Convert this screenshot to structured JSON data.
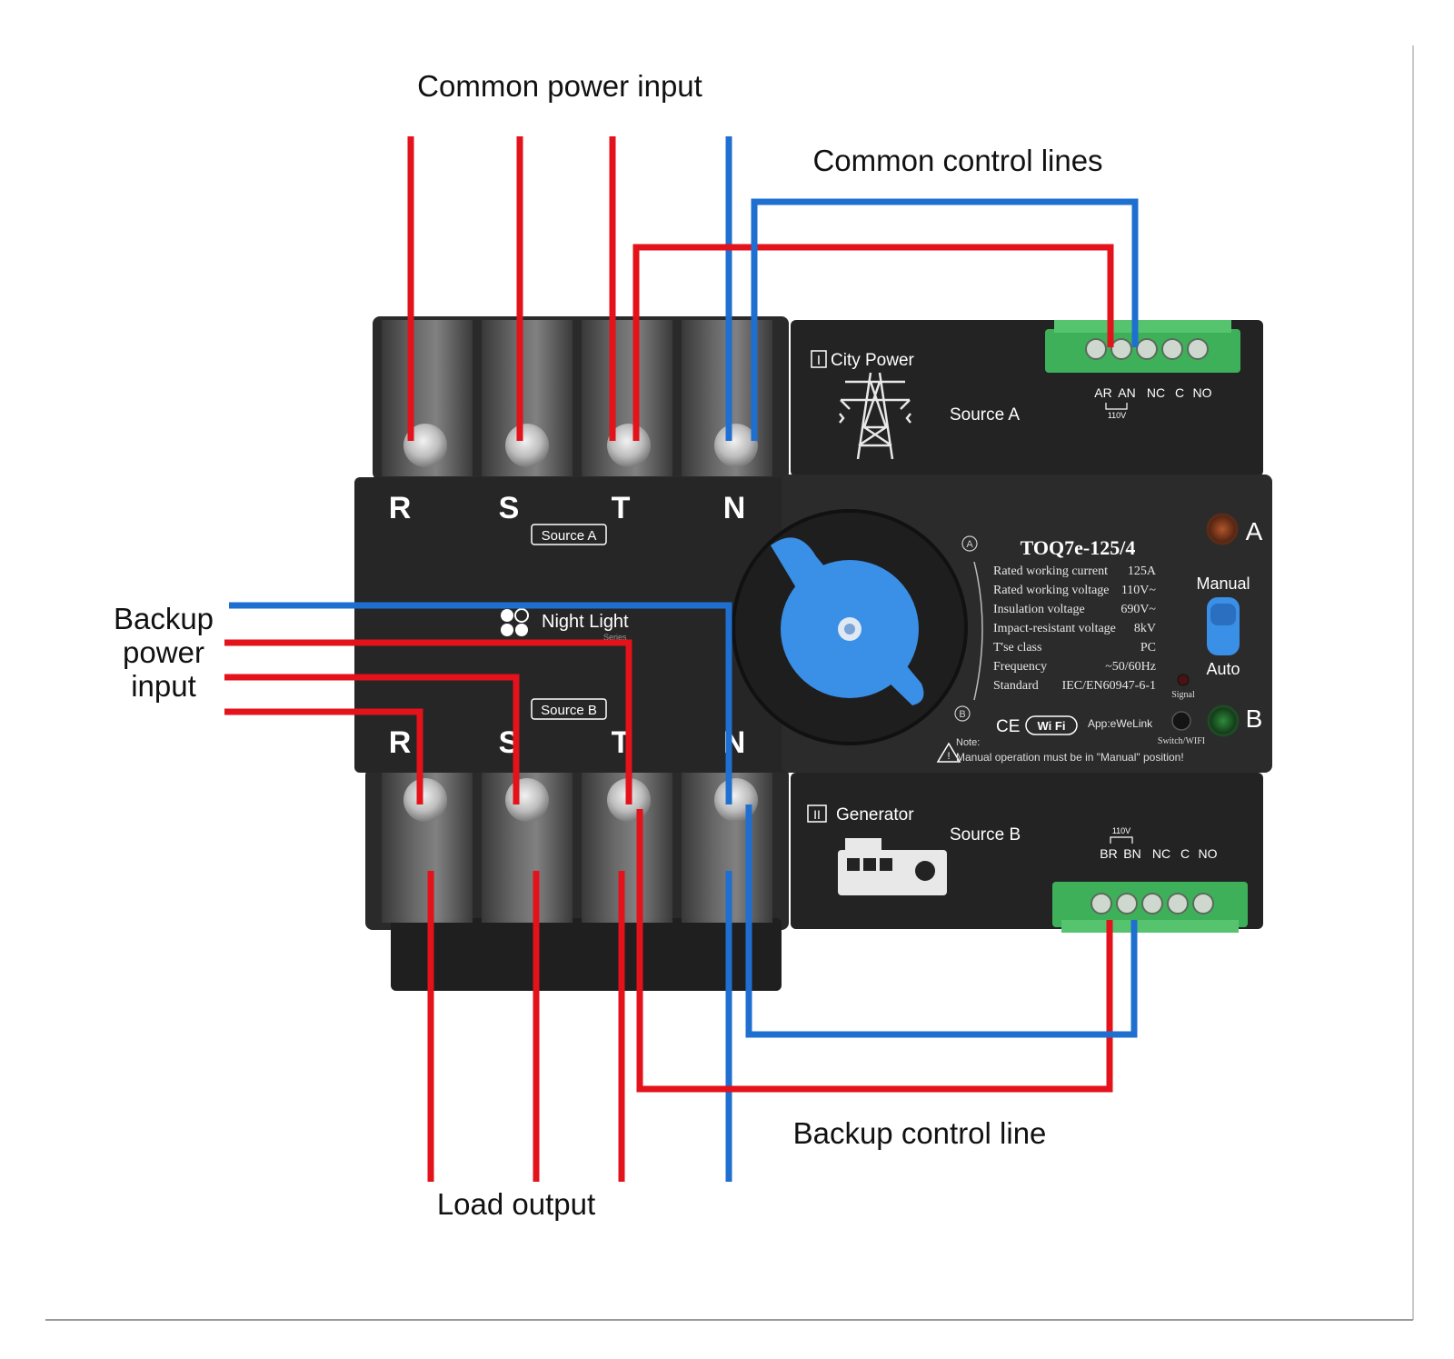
{
  "labels": {
    "common_power_input": "Common power input",
    "common_control_lines": "Common control lines",
    "backup_power_input": [
      "Backup",
      "power",
      "input"
    ],
    "load_output": "Load output",
    "backup_control_line": "Backup control line"
  },
  "device": {
    "phases_top": [
      "R",
      "S",
      "T",
      "N"
    ],
    "phases_bottom": [
      "R",
      "S",
      "T",
      "N"
    ],
    "source_a_tag": "Source A",
    "source_b_tag": "Source B",
    "brand": "Night Light",
    "brand_sub": "Series",
    "city_power_num": "I",
    "city_power": "City Power",
    "source_a": "Source A",
    "generator_num": "II",
    "generator": "Generator",
    "source_b": "Source B",
    "terminals_top": [
      "AR",
      "AN",
      "NC",
      "C",
      "NO"
    ],
    "terminals_top_voltage": "110V",
    "terminals_bottom": [
      "BR",
      "BN",
      "NC",
      "C",
      "NO"
    ],
    "terminals_bottom_voltage": "110V",
    "model": "TOQ7e-125/4",
    "specs": [
      {
        "label": "Rated working current",
        "value": "125A"
      },
      {
        "label": "Rated working voltage",
        "value": "110V~"
      },
      {
        "label": "Insulation voltage",
        "value": "690V~"
      },
      {
        "label": "Impact-resistant voltage",
        "value": "8kV"
      },
      {
        "label": "T'se class",
        "value": "PC"
      },
      {
        "label": "Frequency",
        "value": "~50/60Hz"
      },
      {
        "label": "Standard",
        "value": "IEC/EN60947-6-1"
      }
    ],
    "pos_a": "A",
    "pos_b": "B",
    "indicator_a": "A",
    "indicator_b": "B",
    "manual": "Manual",
    "auto": "Auto",
    "signal": "Signal",
    "switch_wifi": "Switch/WIFI",
    "ce": "CE",
    "wifi": "Wi Fi",
    "app": "App:eWeLink",
    "note_label": "Note:",
    "note_text": "Manual operation must be in \"Manual\" position!"
  },
  "colors": {
    "live_wire": "#e3121b",
    "neutral_wire": "#1f6fd1",
    "device_body": "#262626",
    "knob": "#3a8fe6",
    "terminal_green": "#3eb05a"
  }
}
